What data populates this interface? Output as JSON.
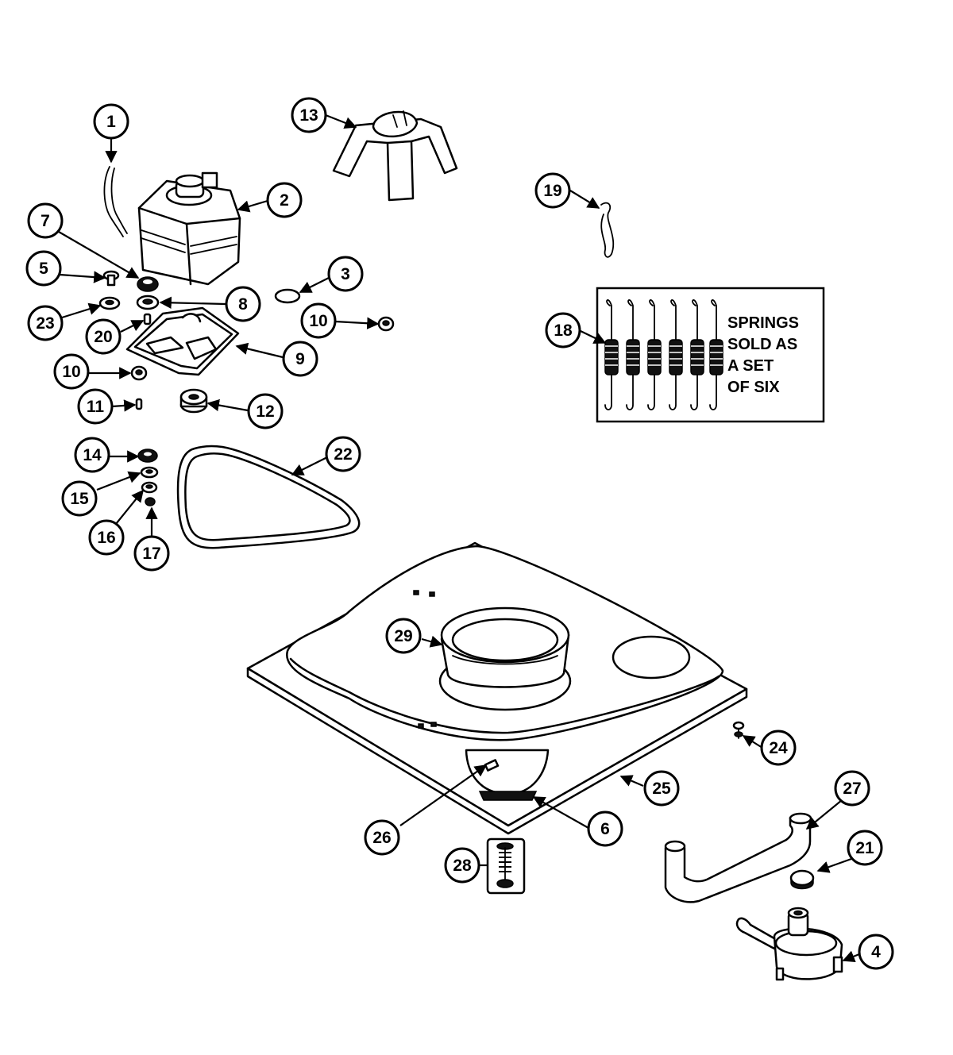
{
  "callouts": {
    "c1": "1",
    "c2": "2",
    "c3": "3",
    "c4": "4",
    "c5": "5",
    "c6": "6",
    "c7": "7",
    "c8": "8",
    "c9": "9",
    "c10a": "10",
    "c10b": "10",
    "c11": "11",
    "c12": "12",
    "c13": "13",
    "c14": "14",
    "c15": "15",
    "c16": "16",
    "c17": "17",
    "c18": "18",
    "c19": "19",
    "c20": "20",
    "c21": "21",
    "c22": "22",
    "c23": "23",
    "c24": "24",
    "c25": "25",
    "c26": "26",
    "c27": "27",
    "c28": "28",
    "c29": "29"
  },
  "springs_note": {
    "line1": "SPRINGS",
    "line2": "SOLD AS",
    "line3": "A SET",
    "line4": "OF SIX"
  }
}
